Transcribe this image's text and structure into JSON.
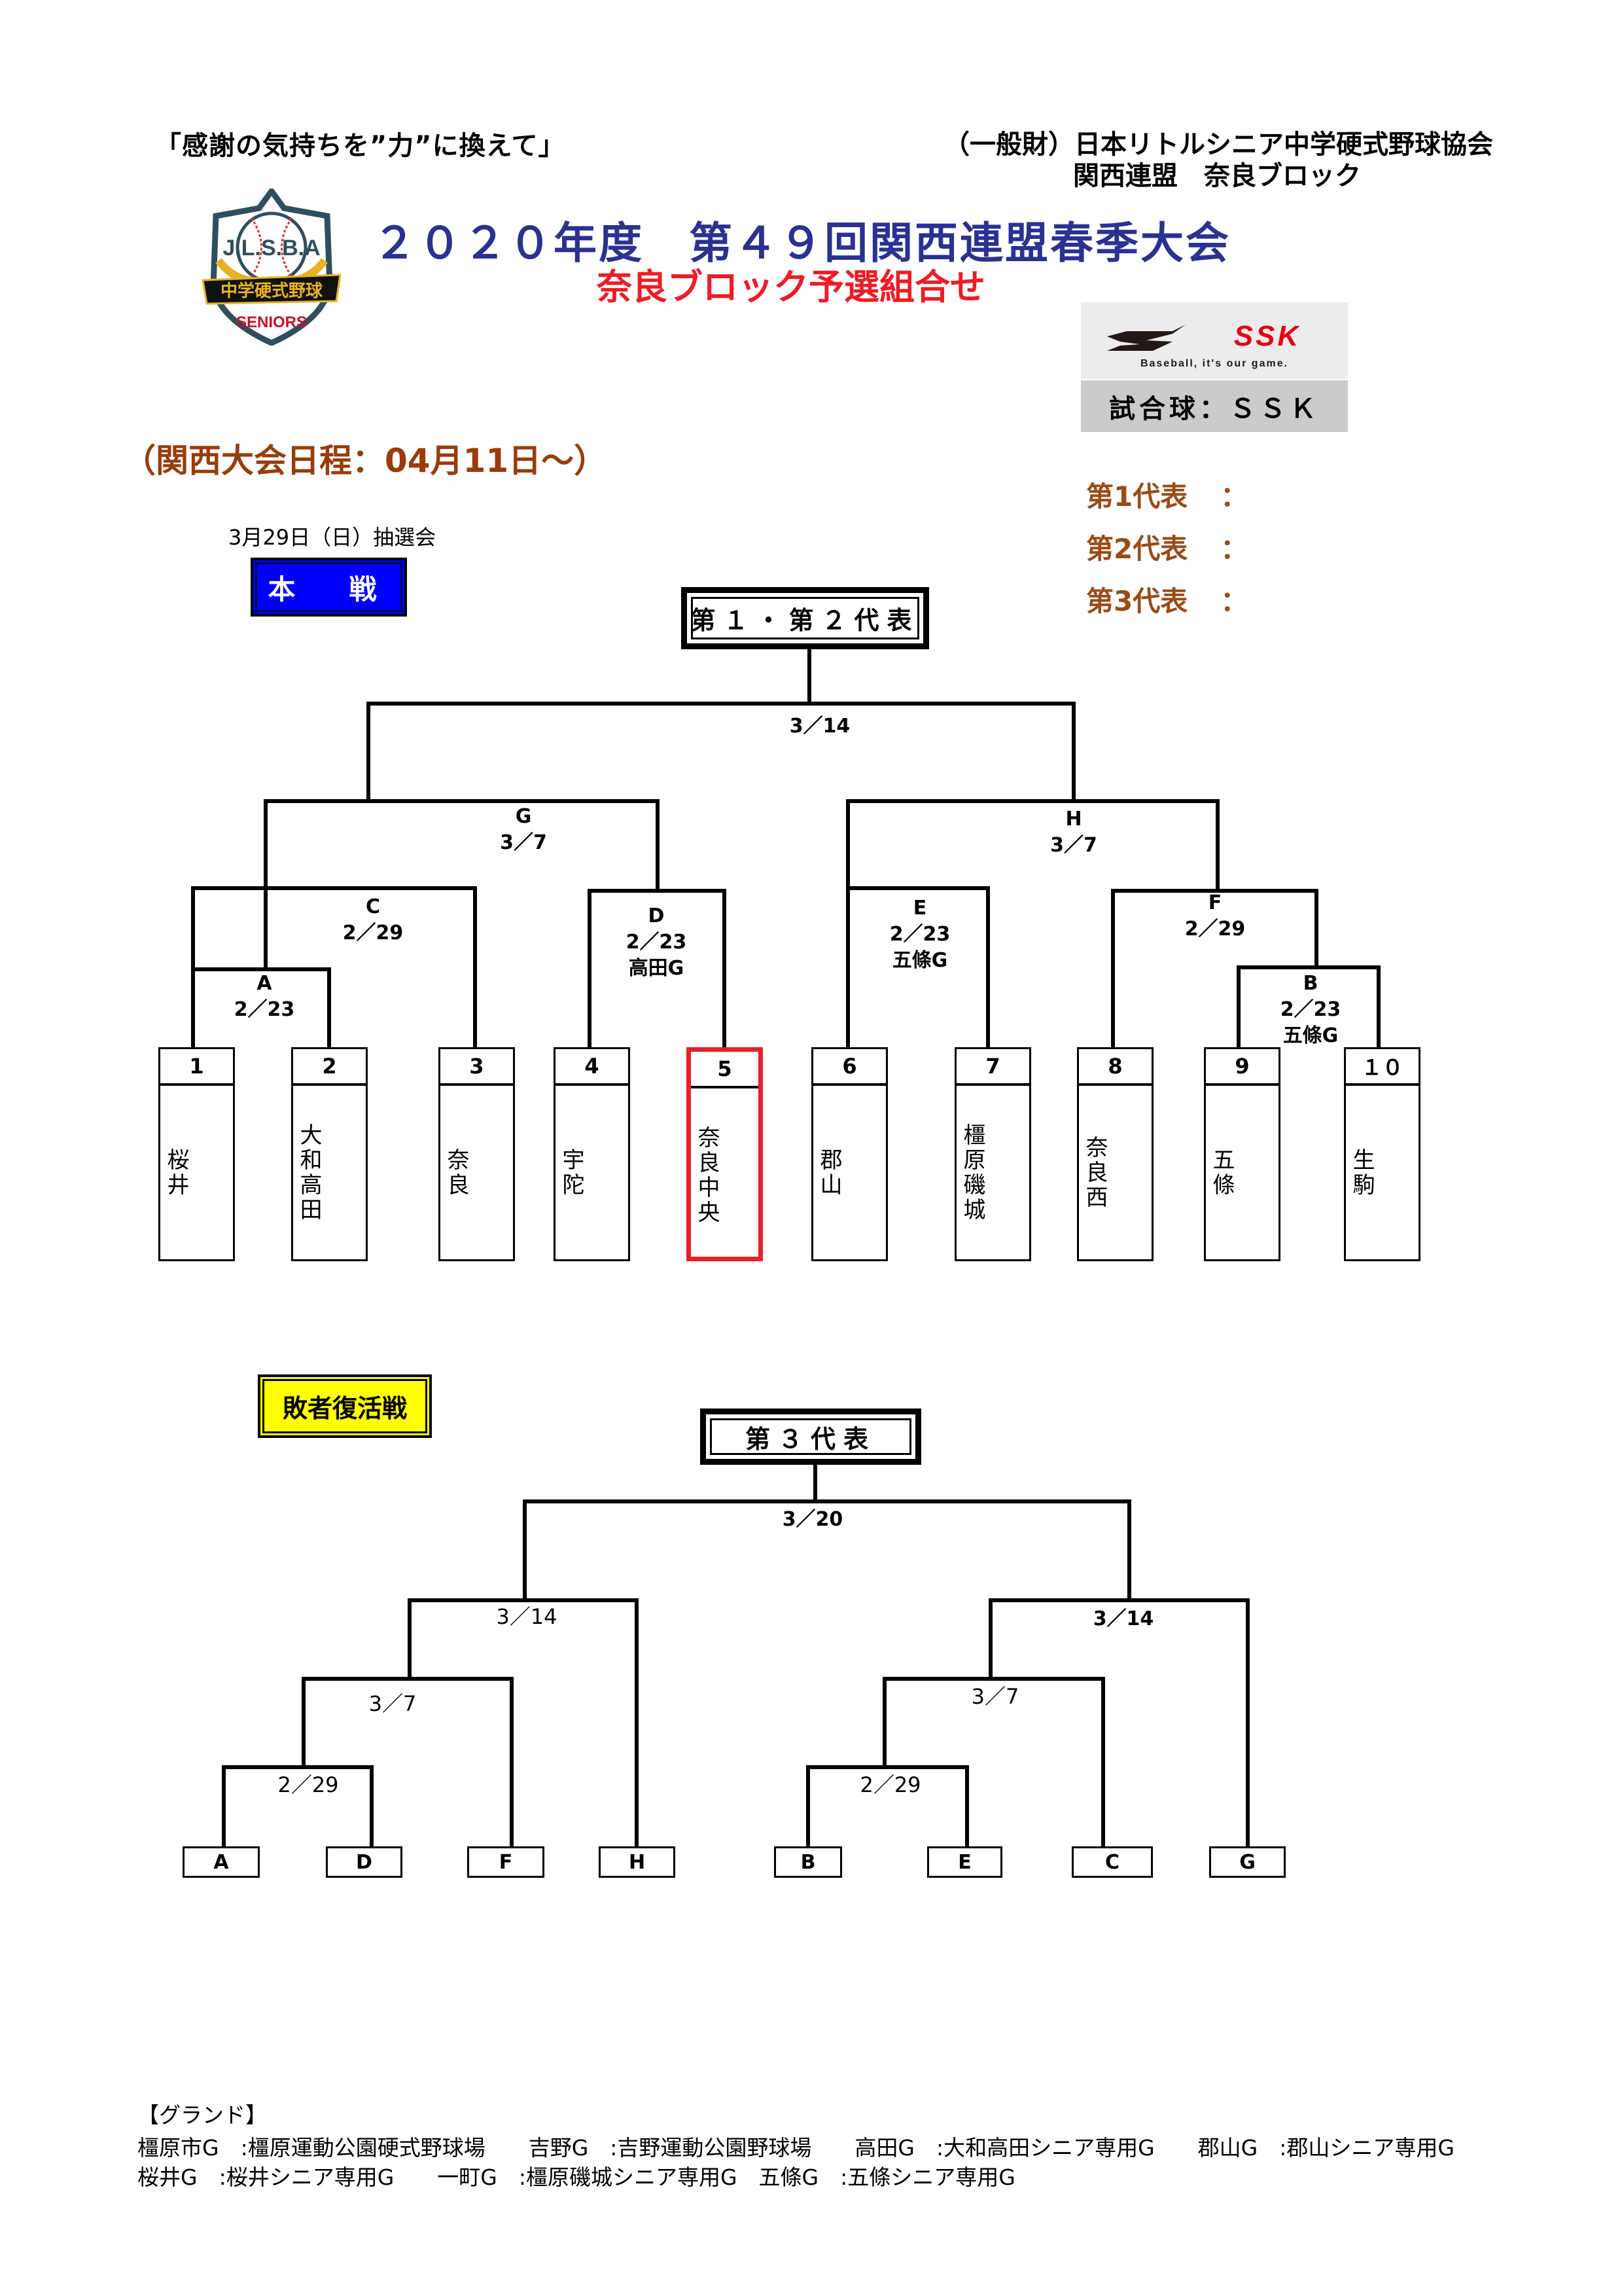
{
  "header": {
    "slogan": "「感謝の気持ちを”力”に換えて」",
    "org_line1": "（一般財）日本リトルシニア中学硬式野球協会",
    "org_line2": "関西連盟　奈良ブロック",
    "title": "２０２０年度　第４９回関西連盟春季大会",
    "subtitle": "奈良ブロック予選組合せ",
    "logo": {
      "icon": "jlsba-seniors-emblem",
      "text_top": "J.L.S.B.A",
      "text_band": "中学硬式野球",
      "text_bottom": "SENIORS"
    },
    "sponsor": {
      "logo_text": "SSK",
      "tagline": "Baseball, it's our game.",
      "ball_label": "試合球：ＳＳＫ"
    }
  },
  "schedule": {
    "kansai": "（関西大会日程：04月11日～）",
    "lottery": "3月29日（日）抽選会"
  },
  "representatives": [
    {
      "label": "第1代表",
      "value": "："
    },
    {
      "label": "第2代表",
      "value": "："
    },
    {
      "label": "第3代表",
      "value": "："
    }
  ],
  "main_bracket": {
    "section_label": "本　戦",
    "final_box": "第１・第２代表",
    "final_date": "3／14",
    "matches": {
      "G": {
        "id": "G",
        "date": "3／7",
        "venue": ""
      },
      "H": {
        "id": "H",
        "date": "3／7",
        "venue": ""
      },
      "C": {
        "id": "C",
        "date": "2／29",
        "venue": ""
      },
      "D": {
        "id": "D",
        "date": "2／23",
        "venue": "高田G"
      },
      "E": {
        "id": "E",
        "date": "2／23",
        "venue": "五條G"
      },
      "F": {
        "id": "F",
        "date": "2／29",
        "venue": ""
      },
      "A": {
        "id": "A",
        "date": "2／23",
        "venue": ""
      },
      "B": {
        "id": "B",
        "date": "2／23",
        "venue": "五條G"
      }
    },
    "teams": [
      {
        "seed": "1",
        "name": "桜井",
        "highlight": false
      },
      {
        "seed": "2",
        "name": "大和高田",
        "highlight": false
      },
      {
        "seed": "3",
        "name": "奈良",
        "highlight": false
      },
      {
        "seed": "4",
        "name": "宇陀",
        "highlight": false
      },
      {
        "seed": "5",
        "name": "奈良中央",
        "highlight": true
      },
      {
        "seed": "6",
        "name": "郡山",
        "highlight": false
      },
      {
        "seed": "7",
        "name": "橿原磯城",
        "highlight": false
      },
      {
        "seed": "8",
        "name": "奈良西",
        "highlight": false
      },
      {
        "seed": "9",
        "name": "五條",
        "highlight": false
      },
      {
        "seed": "１０",
        "name": "生駒",
        "highlight": false
      }
    ],
    "highlight_color": "#e8202a"
  },
  "repechage_bracket": {
    "section_label": "敗者復活戦",
    "final_box": "第３代表",
    "final_date": "3／20",
    "left": {
      "r3_date": "3／14",
      "r2_date": "3／7",
      "r1_date": "2／29",
      "leaves": [
        "A",
        "D",
        "F",
        "H"
      ]
    },
    "right": {
      "r3_date": "3／14",
      "r2_date": "3／7",
      "r1_date": "2／29",
      "leaves": [
        "B",
        "E",
        "C",
        "G"
      ]
    }
  },
  "footer": {
    "heading": "【グランド】",
    "line1": "橿原市G　:橿原運動公園硬式野球場　　吉野G　:吉野運動公園野球場　　高田G　:大和高田シニア専用G　　郡山G　:郡山シニア専用G",
    "line2": "桜井G　:桜井シニア専用G　　一町G　:橿原磯城シニア専用G　五條G　:五條シニア専用G"
  },
  "colors": {
    "title_blue": "#2b3192",
    "subtitle_red": "#ee1c25",
    "brown": "#9a3c0a",
    "honsen_blue": "#0000ff",
    "haisha_yellow": "#ffff00",
    "ssk_red": "#e60012"
  }
}
